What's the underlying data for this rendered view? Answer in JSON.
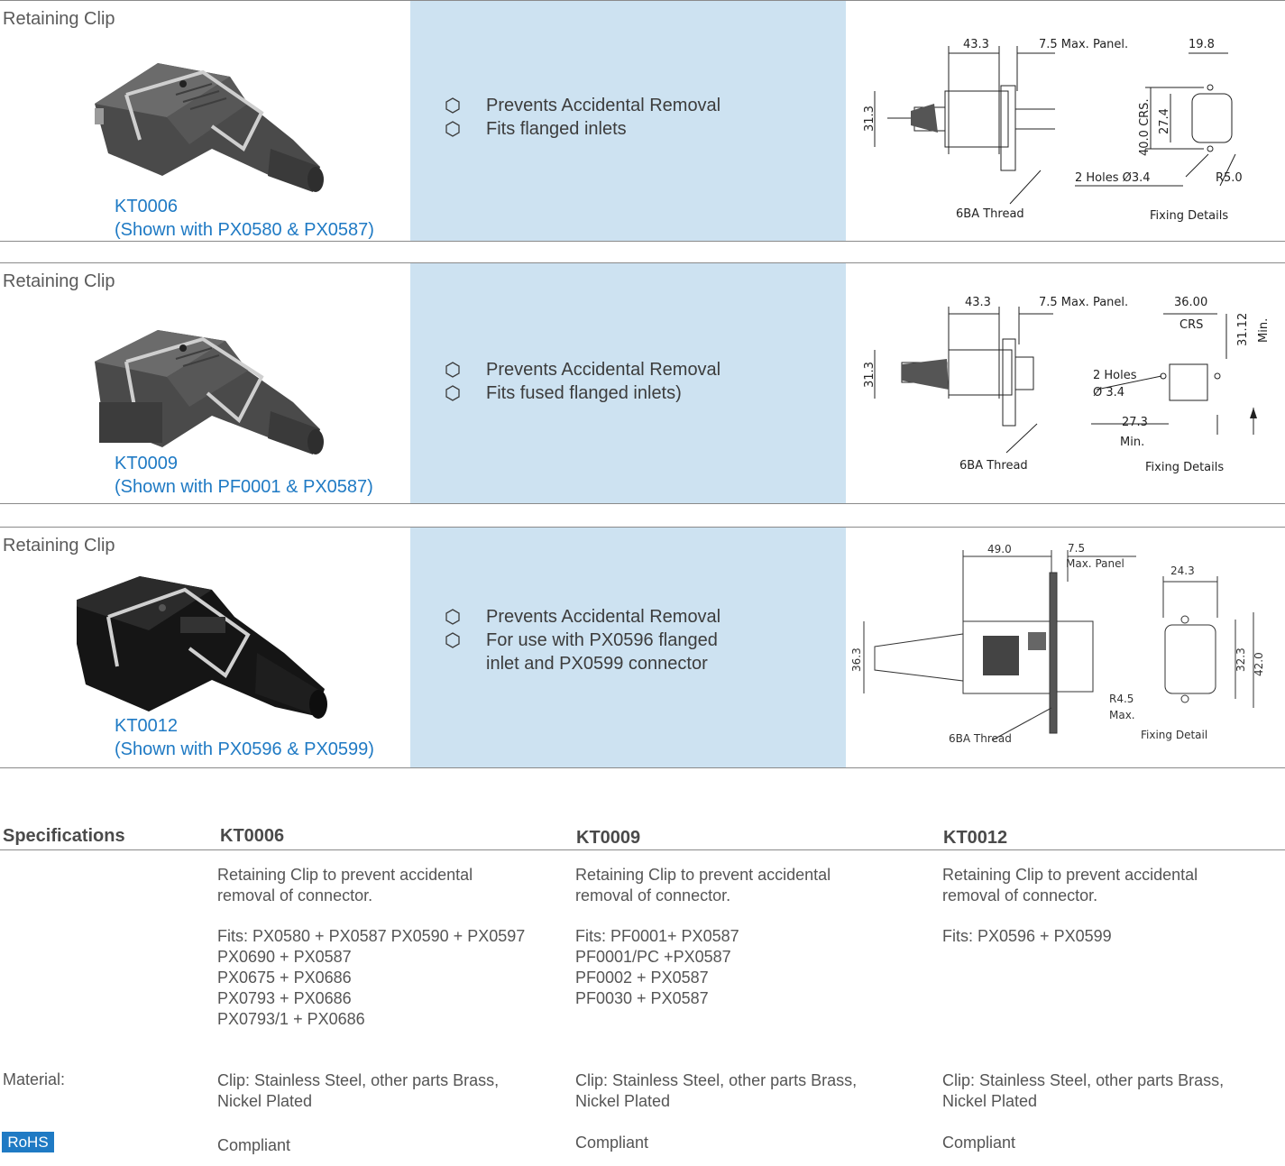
{
  "rows": [
    {
      "title": "Retaining Clip",
      "code": "KT0006",
      "shown_with": "(Shown with PX0580 & PX0587)",
      "features": [
        "Prevents Accidental Removal",
        "Fits flanged inlets"
      ],
      "drawing": {
        "dims": [
          "43.3",
          "7.5  Max. Panel.",
          "19.8",
          "31.3",
          "40.0  CRS.",
          "27.4",
          "2  Holes  Ø3.4",
          "R5.0",
          "6BA  Thread",
          "Fixing  Details"
        ]
      }
    },
    {
      "title": "Retaining Clip",
      "code": "KT0009",
      "shown_with": "(Shown with PF0001 & PX0587)",
      "features": [
        "Prevents Accidental Removal",
        "Fits fused flanged inlets)"
      ],
      "drawing": {
        "dims": [
          "43.3",
          "7.5  Max. Panel.",
          "36.00",
          "CRS",
          "31.12",
          "Min.",
          "31.3",
          "2  Holes",
          "Ø 3.4",
          "27.3",
          "Min.",
          "6BA  Thread",
          "Fixing  Details"
        ]
      }
    },
    {
      "title": "Retaining Clip",
      "code": "KT0012",
      "shown_with": "(Shown with PX0596 & PX0599)",
      "features": [
        "Prevents Accidental Removal",
        "For use with PX0596 flanged",
        "inlet and PX0599 connector"
      ],
      "drawing": {
        "dims": [
          "49.0",
          "7.5",
          "Max. Panel",
          "24.3",
          "36.3",
          "32.3",
          "42.0",
          "R4.5",
          "Max.",
          "6BA Thread",
          "Fixing Detail"
        ]
      }
    }
  ],
  "specs": {
    "heading": "Specifications",
    "columns": [
      {
        "code": "KT0006",
        "description": [
          "Retaining Clip to prevent accidental",
          "removal of connector."
        ],
        "fits": [
          "Fits: PX0580 + PX0587 PX0590 + PX0597",
          "PX0690 + PX0587",
          "PX0675 + PX0686",
          "PX0793 + PX0686",
          "PX0793/1 + PX0686"
        ],
        "material": [
          "Clip: Stainless Steel, other parts Brass,",
          "Nickel Plated"
        ],
        "rohs": "Compliant"
      },
      {
        "code": "KT0009",
        "description": [
          "Retaining Clip to prevent accidental",
          "removal of connector."
        ],
        "fits": [
          "Fits: PF0001+ PX0587",
          "PF0001/PC +PX0587",
          "PF0002 + PX0587",
          "PF0030 + PX0587"
        ],
        "material": [
          "Clip: Stainless Steel, other parts Brass,",
          "Nickel Plated"
        ],
        "rohs": "Compliant"
      },
      {
        "code": "KT0012",
        "description": [
          "Retaining Clip to prevent accidental",
          "removal of connector."
        ],
        "fits": [
          "Fits: PX0596 + PX0599"
        ],
        "material": [
          "Clip: Stainless Steel, other parts Brass,",
          "Nickel Plated"
        ],
        "rohs": "Compliant"
      }
    ],
    "material_label": "Material:",
    "rohs_label": "RoHS"
  },
  "colors": {
    "accent": "#1f7ac4",
    "panel": "#cde2f1",
    "rule": "#8a8a8a",
    "text": "#3c3c3c"
  }
}
